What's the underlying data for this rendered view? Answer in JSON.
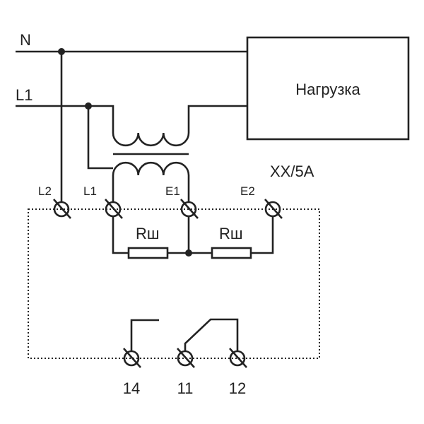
{
  "lines": {
    "neutral": "N",
    "phase": "L1"
  },
  "load": {
    "label": "Нагрузка"
  },
  "transformer": {
    "rating": "XX/5A"
  },
  "terminals": {
    "top": [
      "L2",
      "L1",
      "E1",
      "E2"
    ],
    "bottom": [
      "14",
      "11",
      "12"
    ]
  },
  "resistors": [
    "Rш",
    "Rш"
  ],
  "colors": {
    "stroke": "#222222",
    "background": "#ffffff"
  }
}
